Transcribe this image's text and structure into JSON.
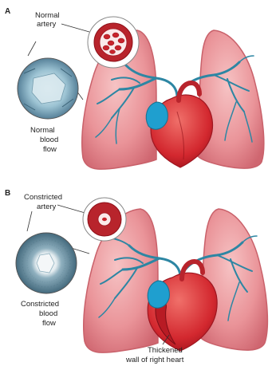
{
  "panels": [
    {
      "letter": "A",
      "callout_artery": [
        "Normal",
        "artery"
      ],
      "callout_flow": [
        "Normal",
        "blood",
        "flow"
      ]
    },
    {
      "letter": "B",
      "callout_artery": [
        "Constricted",
        "artery"
      ],
      "callout_flow": [
        "Constricted",
        "blood",
        "flow"
      ],
      "callout_heart": [
        "Thickened",
        "wall of right heart"
      ]
    }
  ],
  "colors": {
    "lung_fill": "#e9969a",
    "lung_edge": "#c9616a",
    "heart": "#d8323a",
    "vessel": "#2d86a3",
    "atrium": "#1f9fcf",
    "artery_wall": "#b8242c"
  }
}
